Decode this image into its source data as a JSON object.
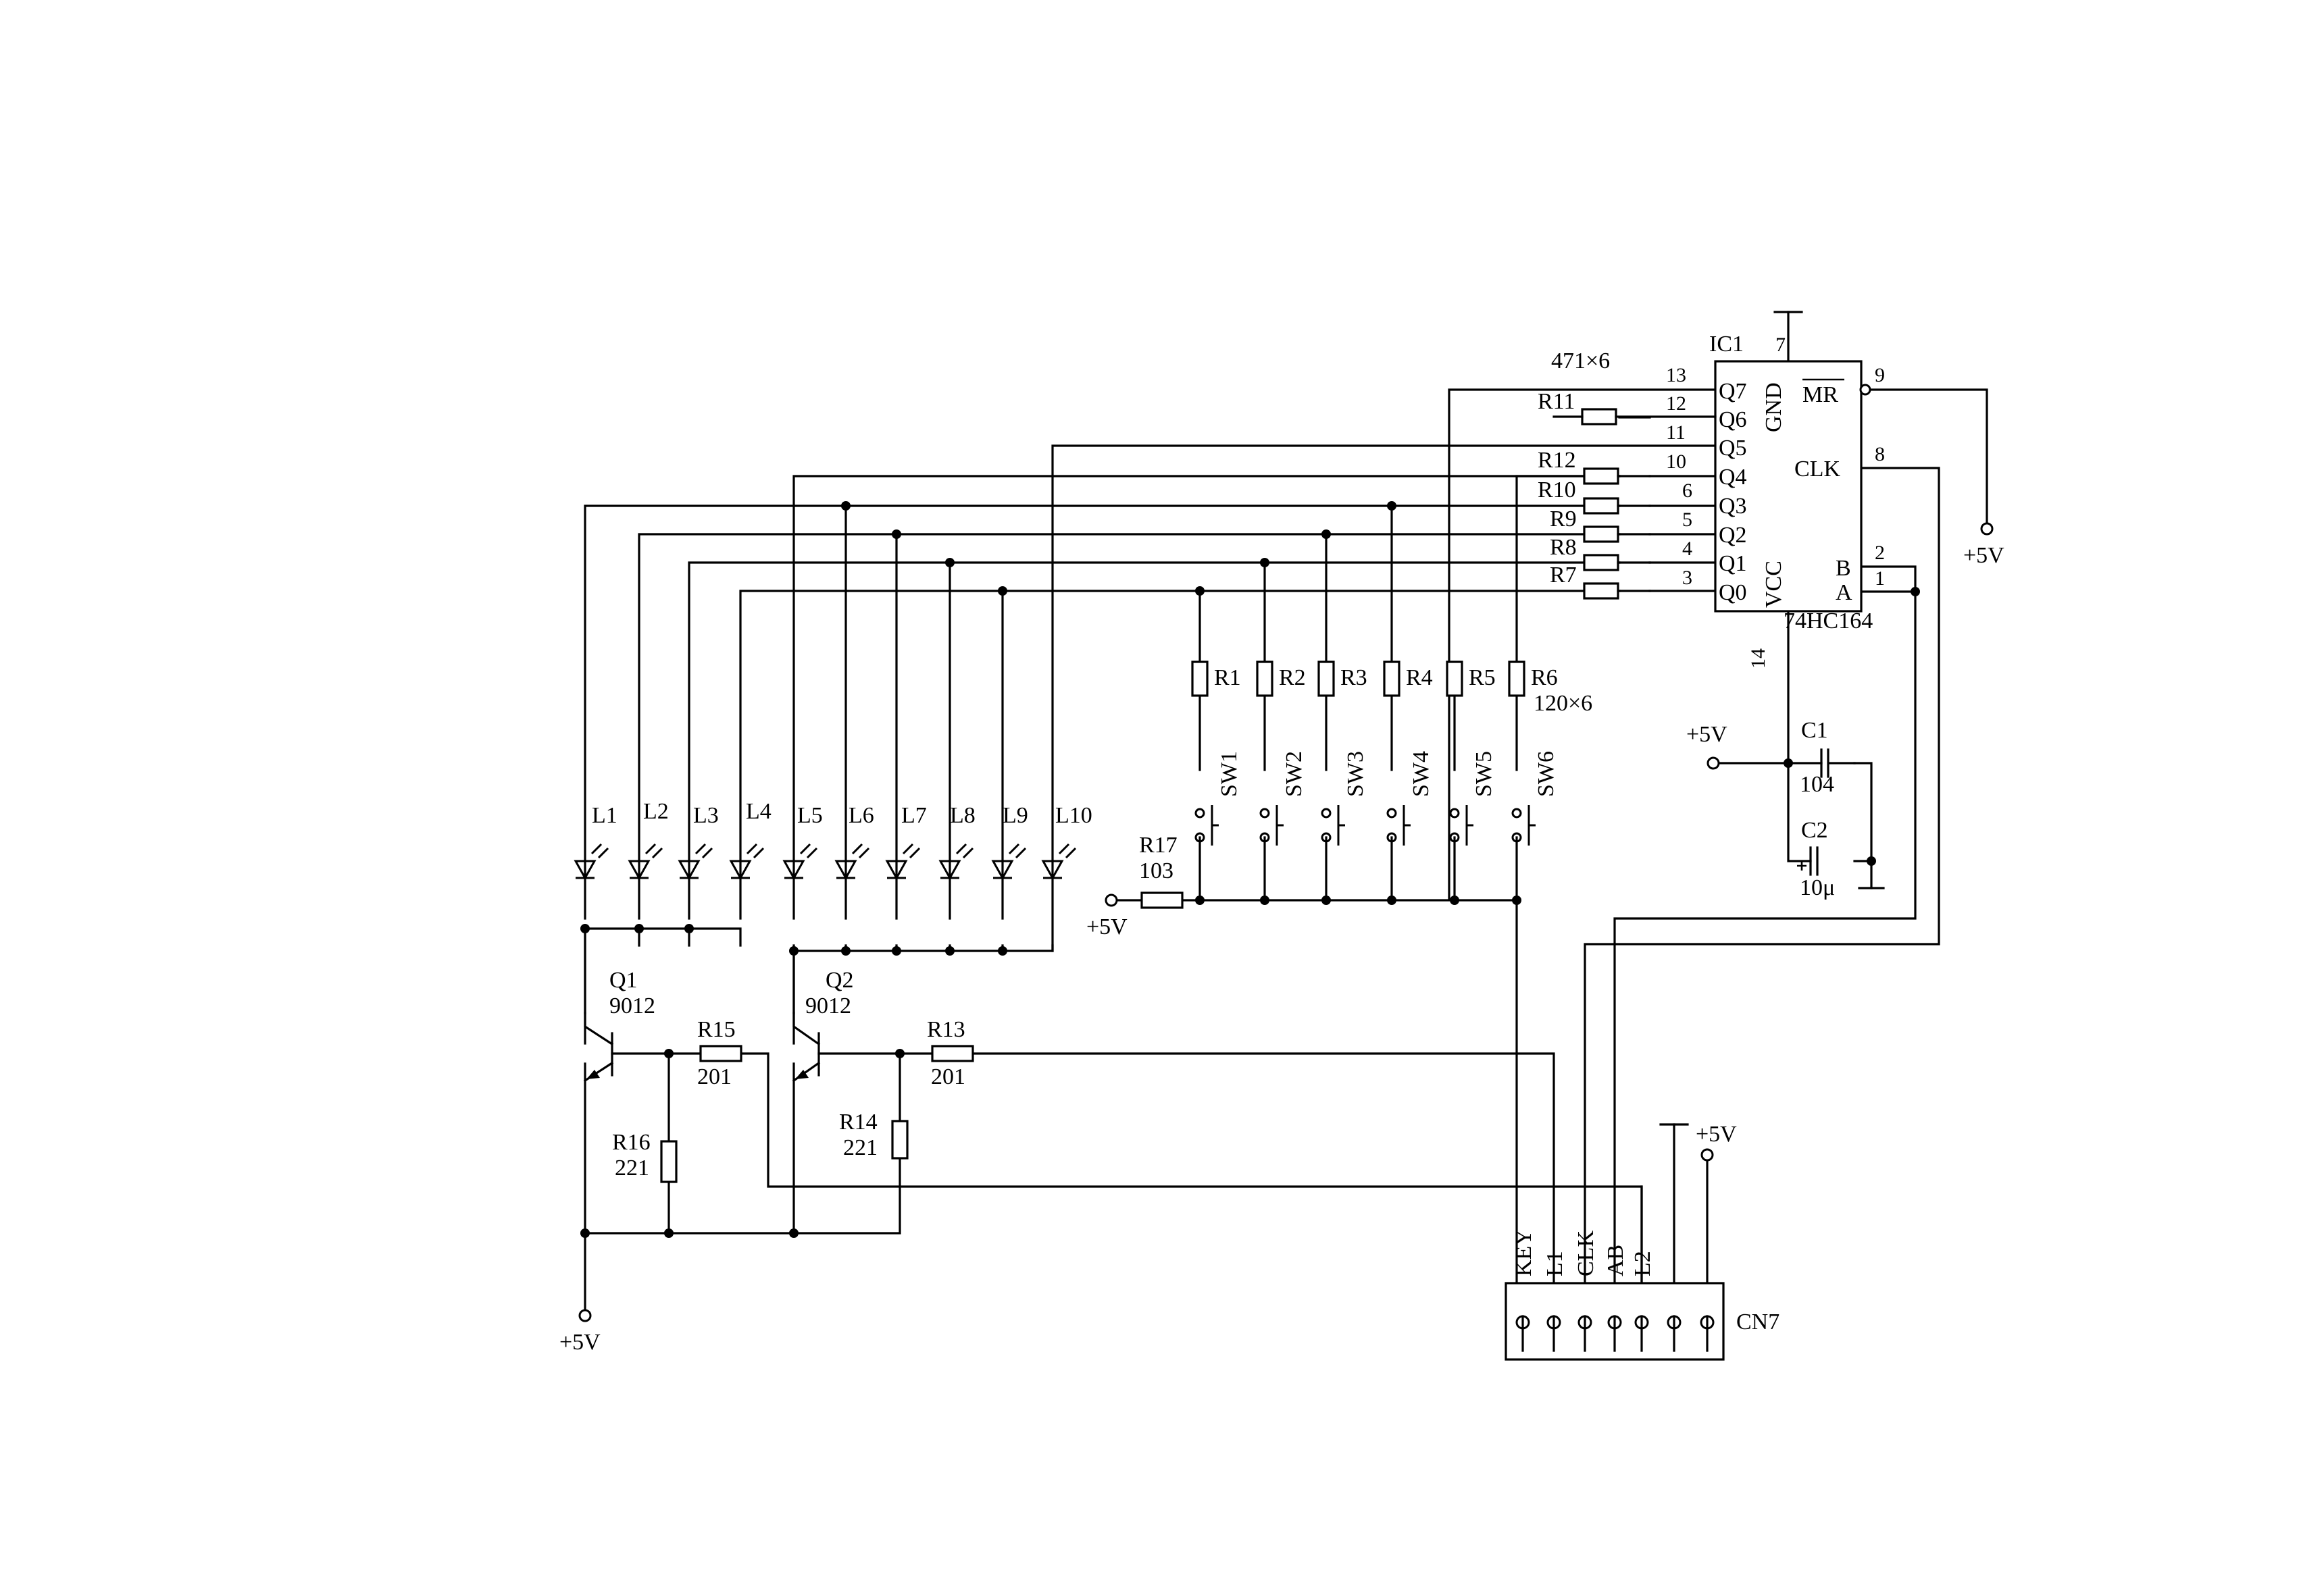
{
  "ic": {
    "ref": "IC1",
    "part": "74HC164",
    "gnd": "GND",
    "vcc": "VCC",
    "mr": "MR",
    "clk": "CLK",
    "b": "B",
    "a": "A",
    "outputs": [
      "Q7",
      "Q6",
      "Q5",
      "Q4",
      "Q3",
      "Q2",
      "Q1",
      "Q0"
    ],
    "output_pins": [
      "13",
      "12",
      "11",
      "10",
      "6",
      "5",
      "4",
      "3"
    ],
    "pin_gnd": "7",
    "pin_mr": "9",
    "pin_clk": "8",
    "pin_b": "2",
    "pin_a": "1",
    "pin_vcc": "14"
  },
  "series_note": "471×6",
  "pulldown_note": "120×6",
  "series_resistors": [
    "R11",
    "R12",
    "R10",
    "R9",
    "R8",
    "R7"
  ],
  "key_resistors": [
    "R1",
    "R2",
    "R3",
    "R4",
    "R5",
    "R6"
  ],
  "switches": [
    "SW1",
    "SW2",
    "SW3",
    "SW4",
    "SW5",
    "SW6"
  ],
  "leds": [
    "L1",
    "L2",
    "L3",
    "L4",
    "L5",
    "L6",
    "L7",
    "L8",
    "L9",
    "L10"
  ],
  "r17": {
    "ref": "R17",
    "value": "103"
  },
  "c1": {
    "ref": "C1",
    "value": "104"
  },
  "c2": {
    "ref": "C2",
    "value": "10μ"
  },
  "q1": {
    "ref": "Q1",
    "type": "9012"
  },
  "q2": {
    "ref": "Q2",
    "type": "9012"
  },
  "r15": {
    "ref": "R15",
    "value": "201"
  },
  "r13": {
    "ref": "R13",
    "value": "201"
  },
  "r16": {
    "ref": "R16",
    "value": "221"
  },
  "r14": {
    "ref": "R14",
    "value": "221"
  },
  "supply": "+5V",
  "connector": {
    "ref": "CN7",
    "labels": [
      "KEY",
      "L1",
      "CLK",
      "AB",
      "L2"
    ]
  }
}
